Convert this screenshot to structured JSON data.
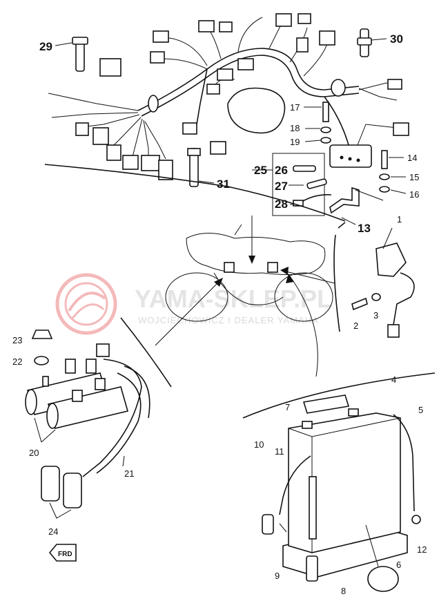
{
  "watermark": {
    "brand": "YAMA-SKLEP.PL",
    "tagline": "WOJCIECHOWICZ I DEALER YAMAHA"
  },
  "front_marker": "FRD",
  "callouts": [
    {
      "id": "p1",
      "text": "1"
    },
    {
      "id": "p2",
      "text": "2"
    },
    {
      "id": "p3",
      "text": "3"
    },
    {
      "id": "p4",
      "text": "4"
    },
    {
      "id": "p5",
      "text": "5"
    },
    {
      "id": "p6",
      "text": "6"
    },
    {
      "id": "p7",
      "text": "7"
    },
    {
      "id": "p8",
      "text": "8"
    },
    {
      "id": "p9",
      "text": "9"
    },
    {
      "id": "p10",
      "text": "10"
    },
    {
      "id": "p11",
      "text": "11"
    },
    {
      "id": "p12",
      "text": "12"
    },
    {
      "id": "p13",
      "text": "13"
    },
    {
      "id": "p14",
      "text": "14"
    },
    {
      "id": "p15",
      "text": "15"
    },
    {
      "id": "p16",
      "text": "16"
    },
    {
      "id": "p17",
      "text": "17"
    },
    {
      "id": "p18",
      "text": "18"
    },
    {
      "id": "p19",
      "text": "19"
    },
    {
      "id": "p20",
      "text": "20"
    },
    {
      "id": "p21",
      "text": "21"
    },
    {
      "id": "p22",
      "text": "22"
    },
    {
      "id": "p23",
      "text": "23"
    },
    {
      "id": "p24",
      "text": "24"
    },
    {
      "id": "p25",
      "text": "25"
    },
    {
      "id": "p26",
      "text": "26"
    },
    {
      "id": "p27",
      "text": "27"
    },
    {
      "id": "p28",
      "text": "28"
    },
    {
      "id": "p29",
      "text": "29"
    },
    {
      "id": "p30",
      "text": "30"
    },
    {
      "id": "p31",
      "text": "31"
    }
  ]
}
